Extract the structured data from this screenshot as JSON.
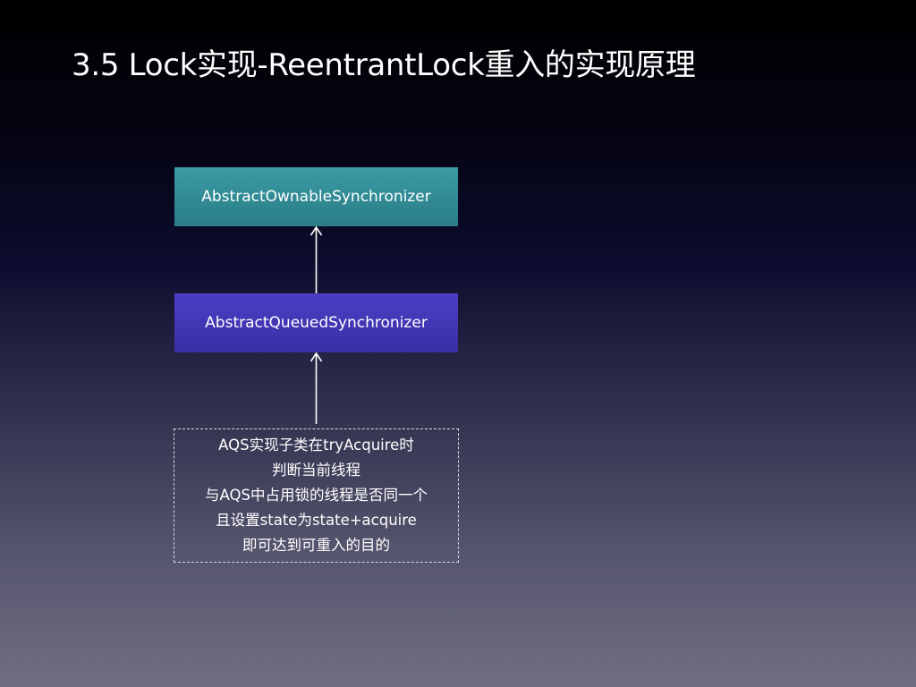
{
  "slide": {
    "title": "3.5 Lock实现-ReentrantLock重入的实现原理"
  },
  "diagram": {
    "parent_class": "AbstractOwnableSynchronizer",
    "child_class": "AbstractQueuedSynchronizer",
    "note_lines": [
      "AQS实现子类在tryAcquire时",
      "判断当前线程",
      "与AQS中占用锁的线程是否同一个",
      "且设置state为state+acquire",
      "即可达到可重入的目的"
    ],
    "colors": {
      "parent_box": "#2f8a93",
      "child_box": "#4036b6",
      "arrow": "#ffffff",
      "note_border": "#d8d8e0"
    }
  }
}
